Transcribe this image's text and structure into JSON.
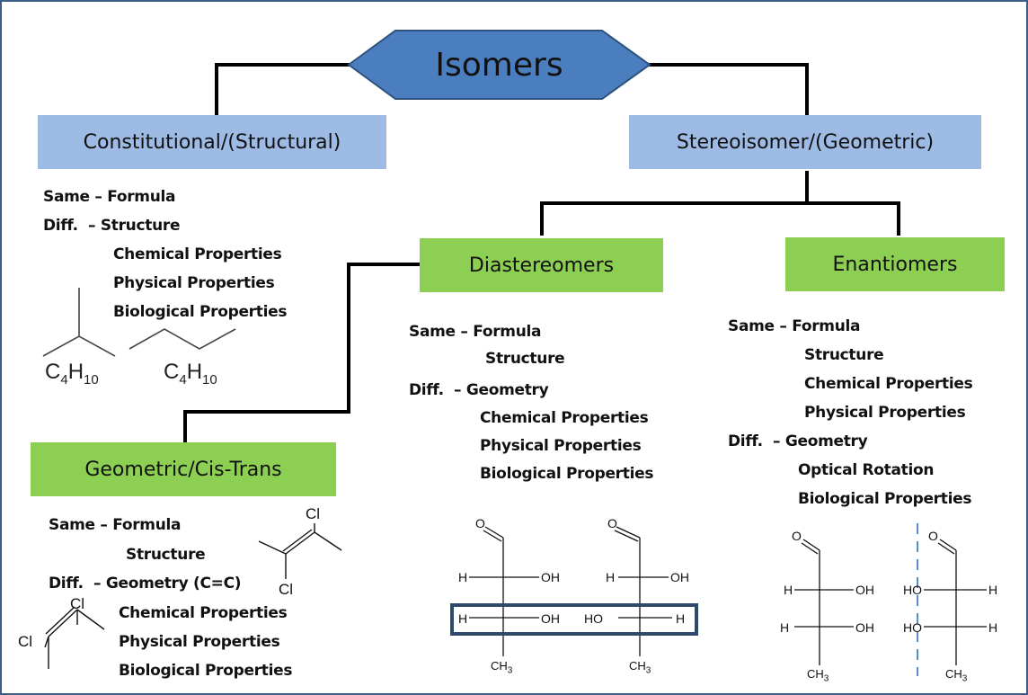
{
  "title": "Isomers",
  "constitutional": {
    "label": "Constitutional/(Structural)",
    "lines": [
      "Same – Formula",
      "Diff.  – Structure",
      "Chemical Properties",
      "Physical Properties",
      "Biological Properties"
    ],
    "formula_a": {
      "base": "C",
      "sub1": "4",
      "mid": "H",
      "sub2": "10"
    },
    "formula_b": {
      "base": "C",
      "sub1": "4",
      "mid": "H",
      "sub2": "10"
    }
  },
  "stereo": {
    "label": "Stereoisomer/(Geometric)"
  },
  "diastereomers": {
    "label": "Diastereomers",
    "lines": [
      "Same – Formula",
      "Structure",
      "Diff.  – Geometry",
      "Chemical Properties",
      "Physical Properties",
      "Biological Properties"
    ]
  },
  "enantiomers": {
    "label": "Enantiomers",
    "lines": [
      "Same – Formula",
      "Structure",
      "Chemical Properties",
      "Physical Properties",
      "Diff.  – Geometry",
      "Optical Rotation",
      "Biological Properties"
    ]
  },
  "geometric": {
    "label": "Geometric/Cis-Trans",
    "lines": [
      "Same – Formula",
      "Structure",
      "Diff.  – Geometry (C=C)",
      "Chemical Properties",
      "Physical Properties",
      "Biological Properties"
    ]
  },
  "atoms": {
    "cl": "Cl",
    "o": "O",
    "h": "H",
    "oh": "OH",
    "ho": "HO",
    "ch": "CH",
    "three": "3"
  },
  "colors": {
    "frame": "#3d5f86",
    "hexagon": "#4a7ebf",
    "blue_box": "#9dbbe4",
    "green_box": "#8ccf52",
    "highlight": "#2e4a6b",
    "dashed": "#5b8dc8"
  }
}
